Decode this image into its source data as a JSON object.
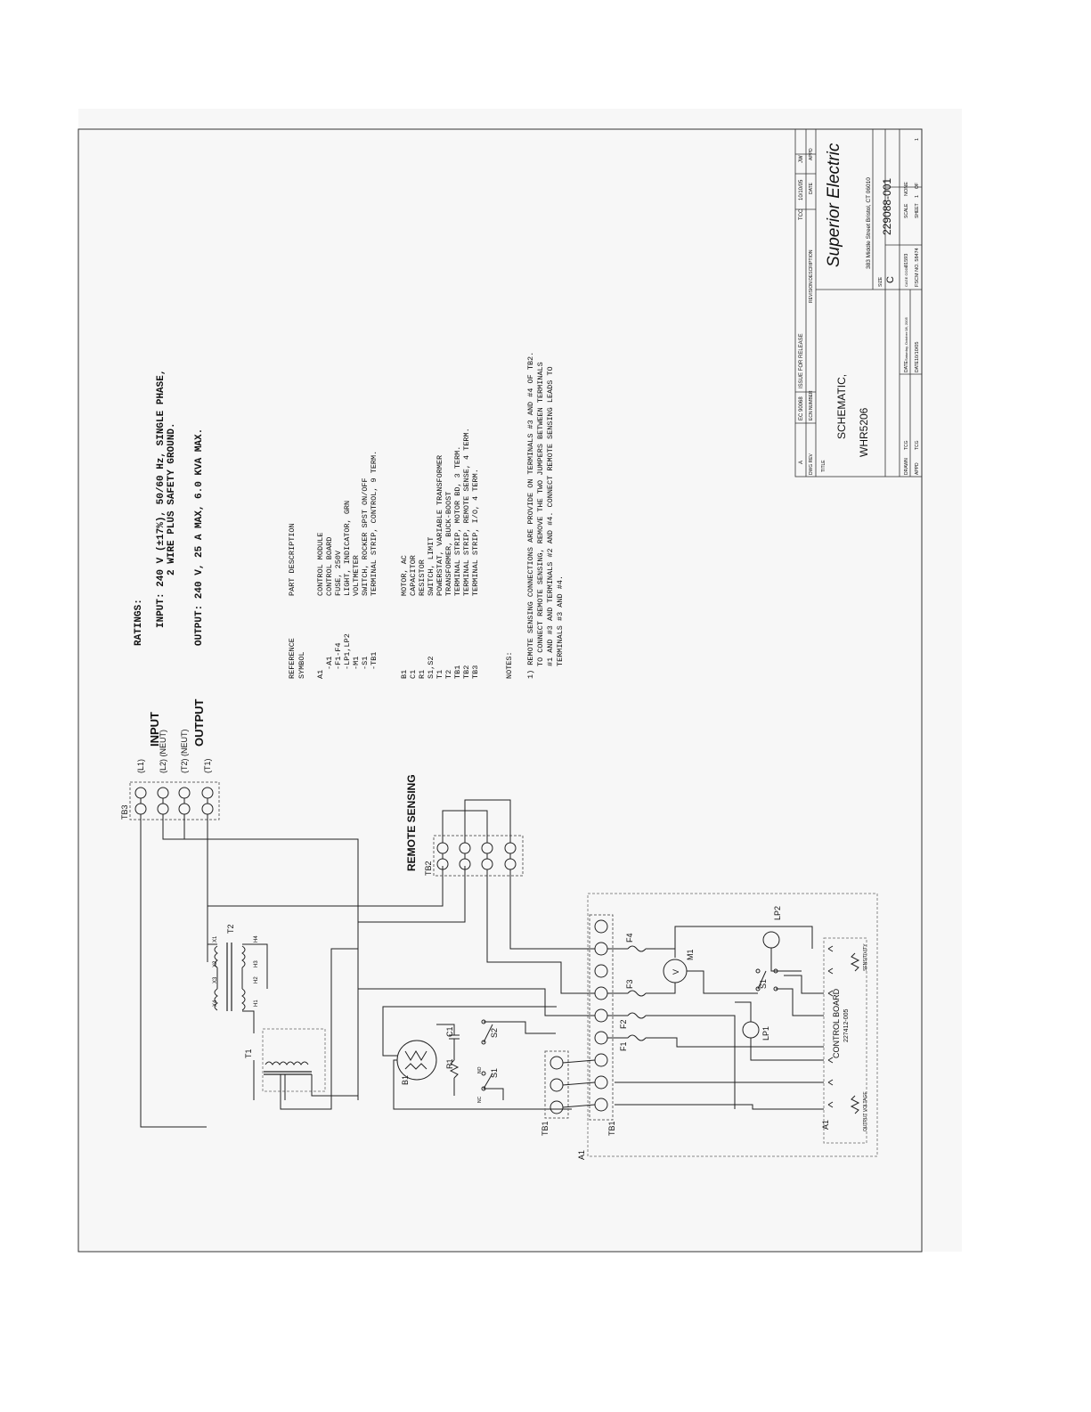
{
  "ratings": {
    "title": "RATINGS:",
    "input_line1": "INPUT: 240 V (±17%), 50/60 Hz, SINGLE PHASE,",
    "input_line2": "2 WIRE PLUS SAFETY GROUND.",
    "output": "OUTPUT: 240 V, 25 A MAX, 6.0 KVA MAX."
  },
  "parts": {
    "header_ref_1": "REFERENCE",
    "header_ref_2": "SYMBOL",
    "header_desc": "PART DESCRIPTION",
    "rows": [
      {
        "ref": "A1",
        "desc": "CONTROL MODULE"
      },
      {
        "ref": "-A1",
        "desc": "CONTROL BOARD"
      },
      {
        "ref": "-F1-F4",
        "desc": "FUSE, 250V"
      },
      {
        "ref": "-LP1,LP2",
        "desc": "LIGHT, INDICATOR, GRN"
      },
      {
        "ref": "-M1",
        "desc": "VOLTMETER"
      },
      {
        "ref": "-S1",
        "desc": "SWITCH, ROCKER SPST ON/OFF"
      },
      {
        "ref": "-TB1",
        "desc": "TERMINAL STRIP, CONTROL, 9 TERM."
      },
      {
        "ref": "B1",
        "desc": "MOTOR, AC"
      },
      {
        "ref": "C1",
        "desc": "CAPACITOR"
      },
      {
        "ref": "R1",
        "desc": "RESISTOR"
      },
      {
        "ref": "S1,S2",
        "desc": "SWITCH, LIMIT"
      },
      {
        "ref": "T1",
        "desc": "POWERSTAT, VARIABLE TRANSFORMER"
      },
      {
        "ref": "T2",
        "desc": "TRANSFORMER, BUCK-BOOST"
      },
      {
        "ref": "TB1",
        "desc": "TERMINAL STRIP, MOTOR BD, 3 TERM."
      },
      {
        "ref": "TB2",
        "desc": "TERMINAL STRIP, REMOTE SENSE, 4 TERM."
      },
      {
        "ref": "TB3",
        "desc": "TERMINAL STRIP, I/O, 4 TERM."
      }
    ]
  },
  "notes": {
    "title": "NOTES:",
    "lines": [
      "1) REMOTE SENSING CONNECTIONS ARE PROVIDE ON TERMINALS #3 AND #4 OF TB2.",
      "TO CONNECT REMOTE SENSING, REMOVE THE TWO JUMPERS BETWEEN TERMINALS",
      "#1 AND #3 AND TERMINALS #2 AND #4. CONNECT REMOTE SENSING LEADS TO",
      "TERMINALS #3 AND #4."
    ]
  },
  "title_block": {
    "rev_letter": "A",
    "ecn_value": "EC 90068",
    "rev_description": "ISSUE FOR RELEASE",
    "rev_by": "TCC",
    "rev_date": "10/10/05",
    "rev_appd": "JW",
    "hdr_dwg_rev": "DWG REV",
    "hdr_ecn": "ECN NUMBER",
    "hdr_rev_desc": "REVISION DESCRIPTION",
    "hdr_date": "DATE",
    "hdr_appd": "APPD",
    "title_label": "TITLE",
    "title_line1": "SCHEMATIC,",
    "title_line2": "WHR5206",
    "company": "Superior Electric",
    "address": "383 Middle Street Bristol, CT 06010",
    "size_label": "SIZE",
    "size_value": "C",
    "dwg_no": "229088-001",
    "drawn_label": "DRAWN",
    "drawn_by": "TCG",
    "drawn_date_label": "DATE",
    "drawn_date": "Saturday, October 08, 2005",
    "cage_label": "CAGE CODE",
    "cage_value": "01593",
    "scale_label": "SCALE",
    "scale_value": "NONE",
    "appd_label": "APPD",
    "appd_by": "TCG",
    "appd_date_label": "DATE",
    "appd_date": "10/10/05",
    "fscm": "FSCM NO. 58474",
    "sheet_label": "SHEET",
    "sheet_value": "1",
    "of_label": "OF",
    "of_value": "1"
  },
  "schematic": {
    "tb3": "TB3",
    "tb2": "TB2",
    "tb1a": "TB1",
    "tb1b": "TB1",
    "a1": "A1",
    "a1b": "A1",
    "input_label": "INPUT",
    "output_label": "OUTPUT",
    "remote_sensing": "REMOTE SENSING",
    "l1": "(L1)",
    "l2": "(L2) (NEUT)",
    "t2n": "(T2) (NEUT)",
    "t1": "(T1)",
    "t1_label": "T1",
    "t2_label": "T2",
    "b1": "B1",
    "c1": "C1",
    "r1": "R1",
    "s1": "S1",
    "s2": "S2",
    "s1b": "S1",
    "f1": "F1",
    "f2": "F2",
    "f3": "F3",
    "f4": "F4",
    "m1": "M1",
    "v": "V",
    "lp1": "LP1",
    "lp2": "LP2",
    "control_board": "CONTROL BOARD",
    "board_no": "227412-005",
    "output_voltage": "OUTPUT VOLTAGE",
    "sensitivity": "SENSITIVITY",
    "nc": "NC",
    "no": "NO",
    "x1": "X1",
    "x2": "X2",
    "x3": "X3",
    "x4": "X4",
    "h1": "H1",
    "h2": "H2",
    "h3": "H3",
    "h4": "H4"
  }
}
